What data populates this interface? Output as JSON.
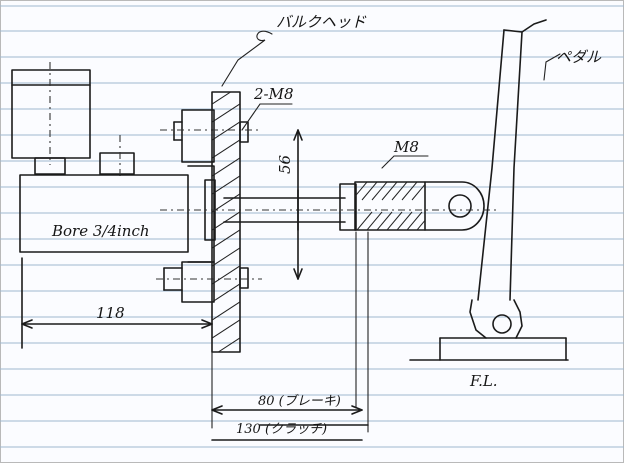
{
  "labels": {
    "bulkhead": "バルクヘッド",
    "pedal": "ペダル",
    "bolts_2m8": "2-M8",
    "thread_m8": "M8",
    "bore": "Bore 3/4inch",
    "dim_56": "56",
    "dim_118": "118",
    "dim_80": "80 (ブレーキ)",
    "dim_130": "130 (クラッチ)",
    "floor_line": "F.L."
  }
}
